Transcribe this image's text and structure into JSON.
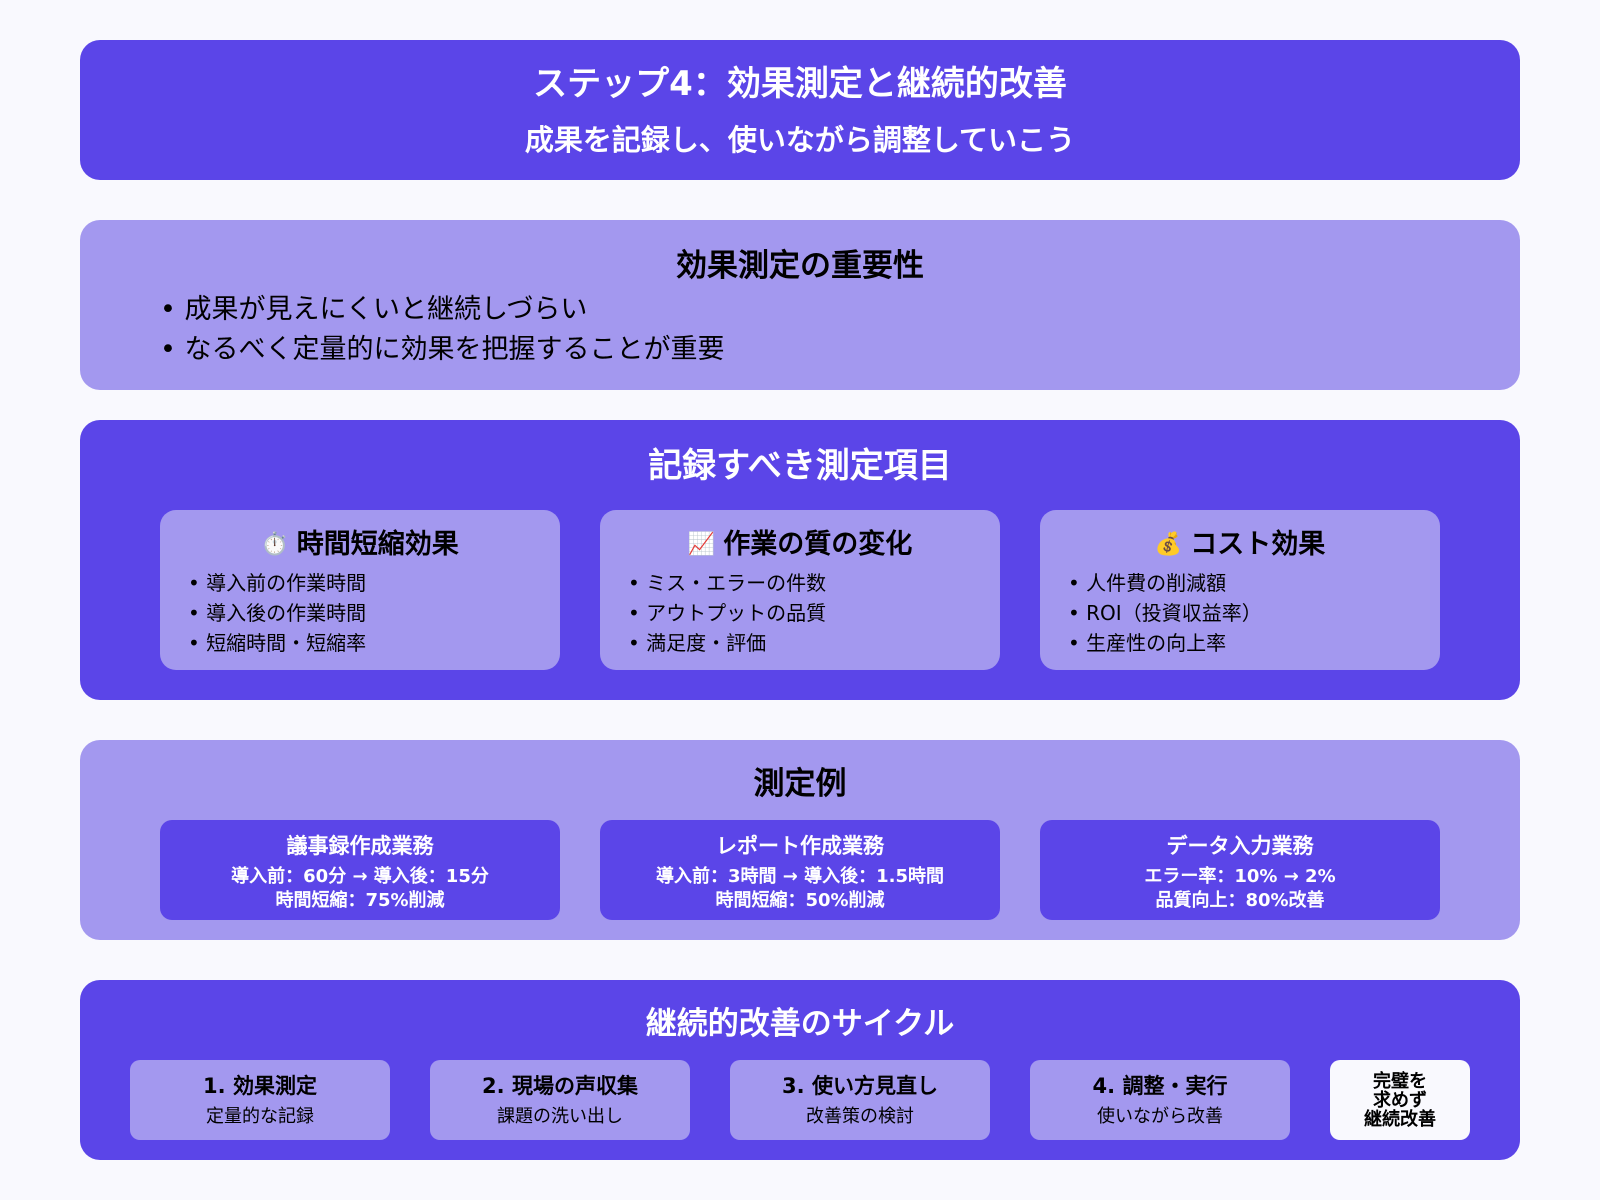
{
  "header": {
    "title": "ステップ4：効果測定と継続的改善",
    "subtitle": "成果を記録し、使いながら調整していこう"
  },
  "importance": {
    "heading": "効果測定の重要性",
    "bullets": [
      "• 成果が見えにくいと継続しづらい",
      "• なるべく定量的に効果を把握することが重要"
    ]
  },
  "metrics": {
    "heading": "記録すべき測定項目",
    "cards": [
      {
        "icon": "⏱️",
        "icon_name": "stopwatch-icon",
        "title": "時間短縮効果",
        "items": [
          "• 導入前の作業時間",
          "• 導入後の作業時間",
          "• 短縮時間・短縮率"
        ]
      },
      {
        "icon": "📈",
        "icon_name": "chart-increasing-icon",
        "title": "作業の質の変化",
        "items": [
          "• ミス・エラーの件数",
          "• アウトプットの品質",
          "• 満足度・評価"
        ]
      },
      {
        "icon": "💰",
        "icon_name": "money-bag-icon",
        "title": "コスト効果",
        "items": [
          "• 人件費の削減額",
          "• ROI（投資収益率）",
          "• 生産性の向上率"
        ]
      }
    ]
  },
  "examples": {
    "heading": "測定例",
    "cards": [
      {
        "title": "議事録作成業務",
        "line1": "導入前：60分 → 導入後：15分",
        "line2": "時間短縮：75%削減"
      },
      {
        "title": "レポート作成業務",
        "line1": "導入前：3時間 → 導入後：1.5時間",
        "line2": "時間短縮：50%削減"
      },
      {
        "title": "データ入力業務",
        "line1": "エラー率：10% → 2%",
        "line2": "品質向上：80%改善"
      }
    ]
  },
  "cycle": {
    "heading": "継続的改善のサイクル",
    "steps": [
      {
        "title": "1. 効果測定",
        "sub": "定量的な記録"
      },
      {
        "title": "2. 現場の声収集",
        "sub": "課題の洗い出し"
      },
      {
        "title": "3. 使い方見直し",
        "sub": "改善策の検討"
      },
      {
        "title": "4. 調整・実行",
        "sub": "使いながら改善"
      }
    ],
    "final_lines": [
      "完璧を",
      "求めず",
      "継続改善"
    ]
  },
  "colors": {
    "background": "#f9f9fe",
    "dark_accent": "#5b45e8",
    "light_accent": "#a398ef"
  }
}
